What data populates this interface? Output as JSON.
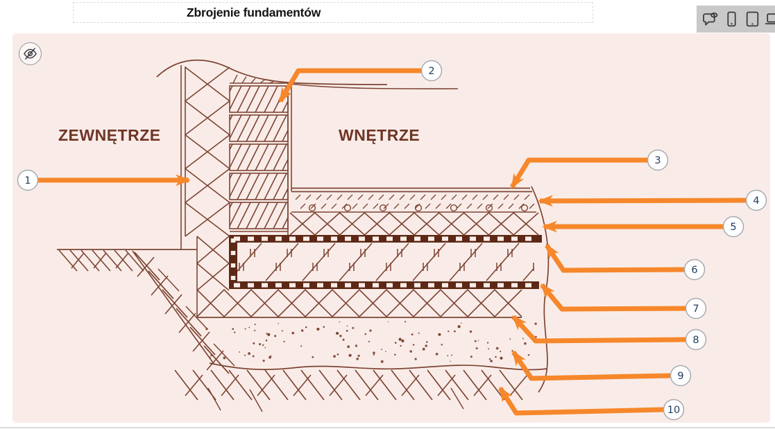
{
  "header": {
    "title": "Zbrojenie fundamentów"
  },
  "toolbar": {
    "icons": [
      {
        "name": "comment-preview-icon"
      },
      {
        "name": "phone-icon"
      },
      {
        "name": "tablet-icon"
      },
      {
        "name": "laptop-icon"
      }
    ]
  },
  "canvas": {
    "hide_button_icon": "eye-off-icon",
    "labels": {
      "exterior": "ZEWNĘTRZE",
      "interior": "WNĘTRZE"
    },
    "callouts": [
      "1",
      "2",
      "3",
      "4",
      "5",
      "6",
      "7",
      "8",
      "9",
      "10"
    ],
    "colors": {
      "canvas_bg": "#f9ece8",
      "line": "#7d4433",
      "rebar_dark": "#5d2815",
      "arrow_orange": "#f6872b",
      "label_brown": "#6f3526",
      "number_navy": "#1d3a5f"
    }
  }
}
